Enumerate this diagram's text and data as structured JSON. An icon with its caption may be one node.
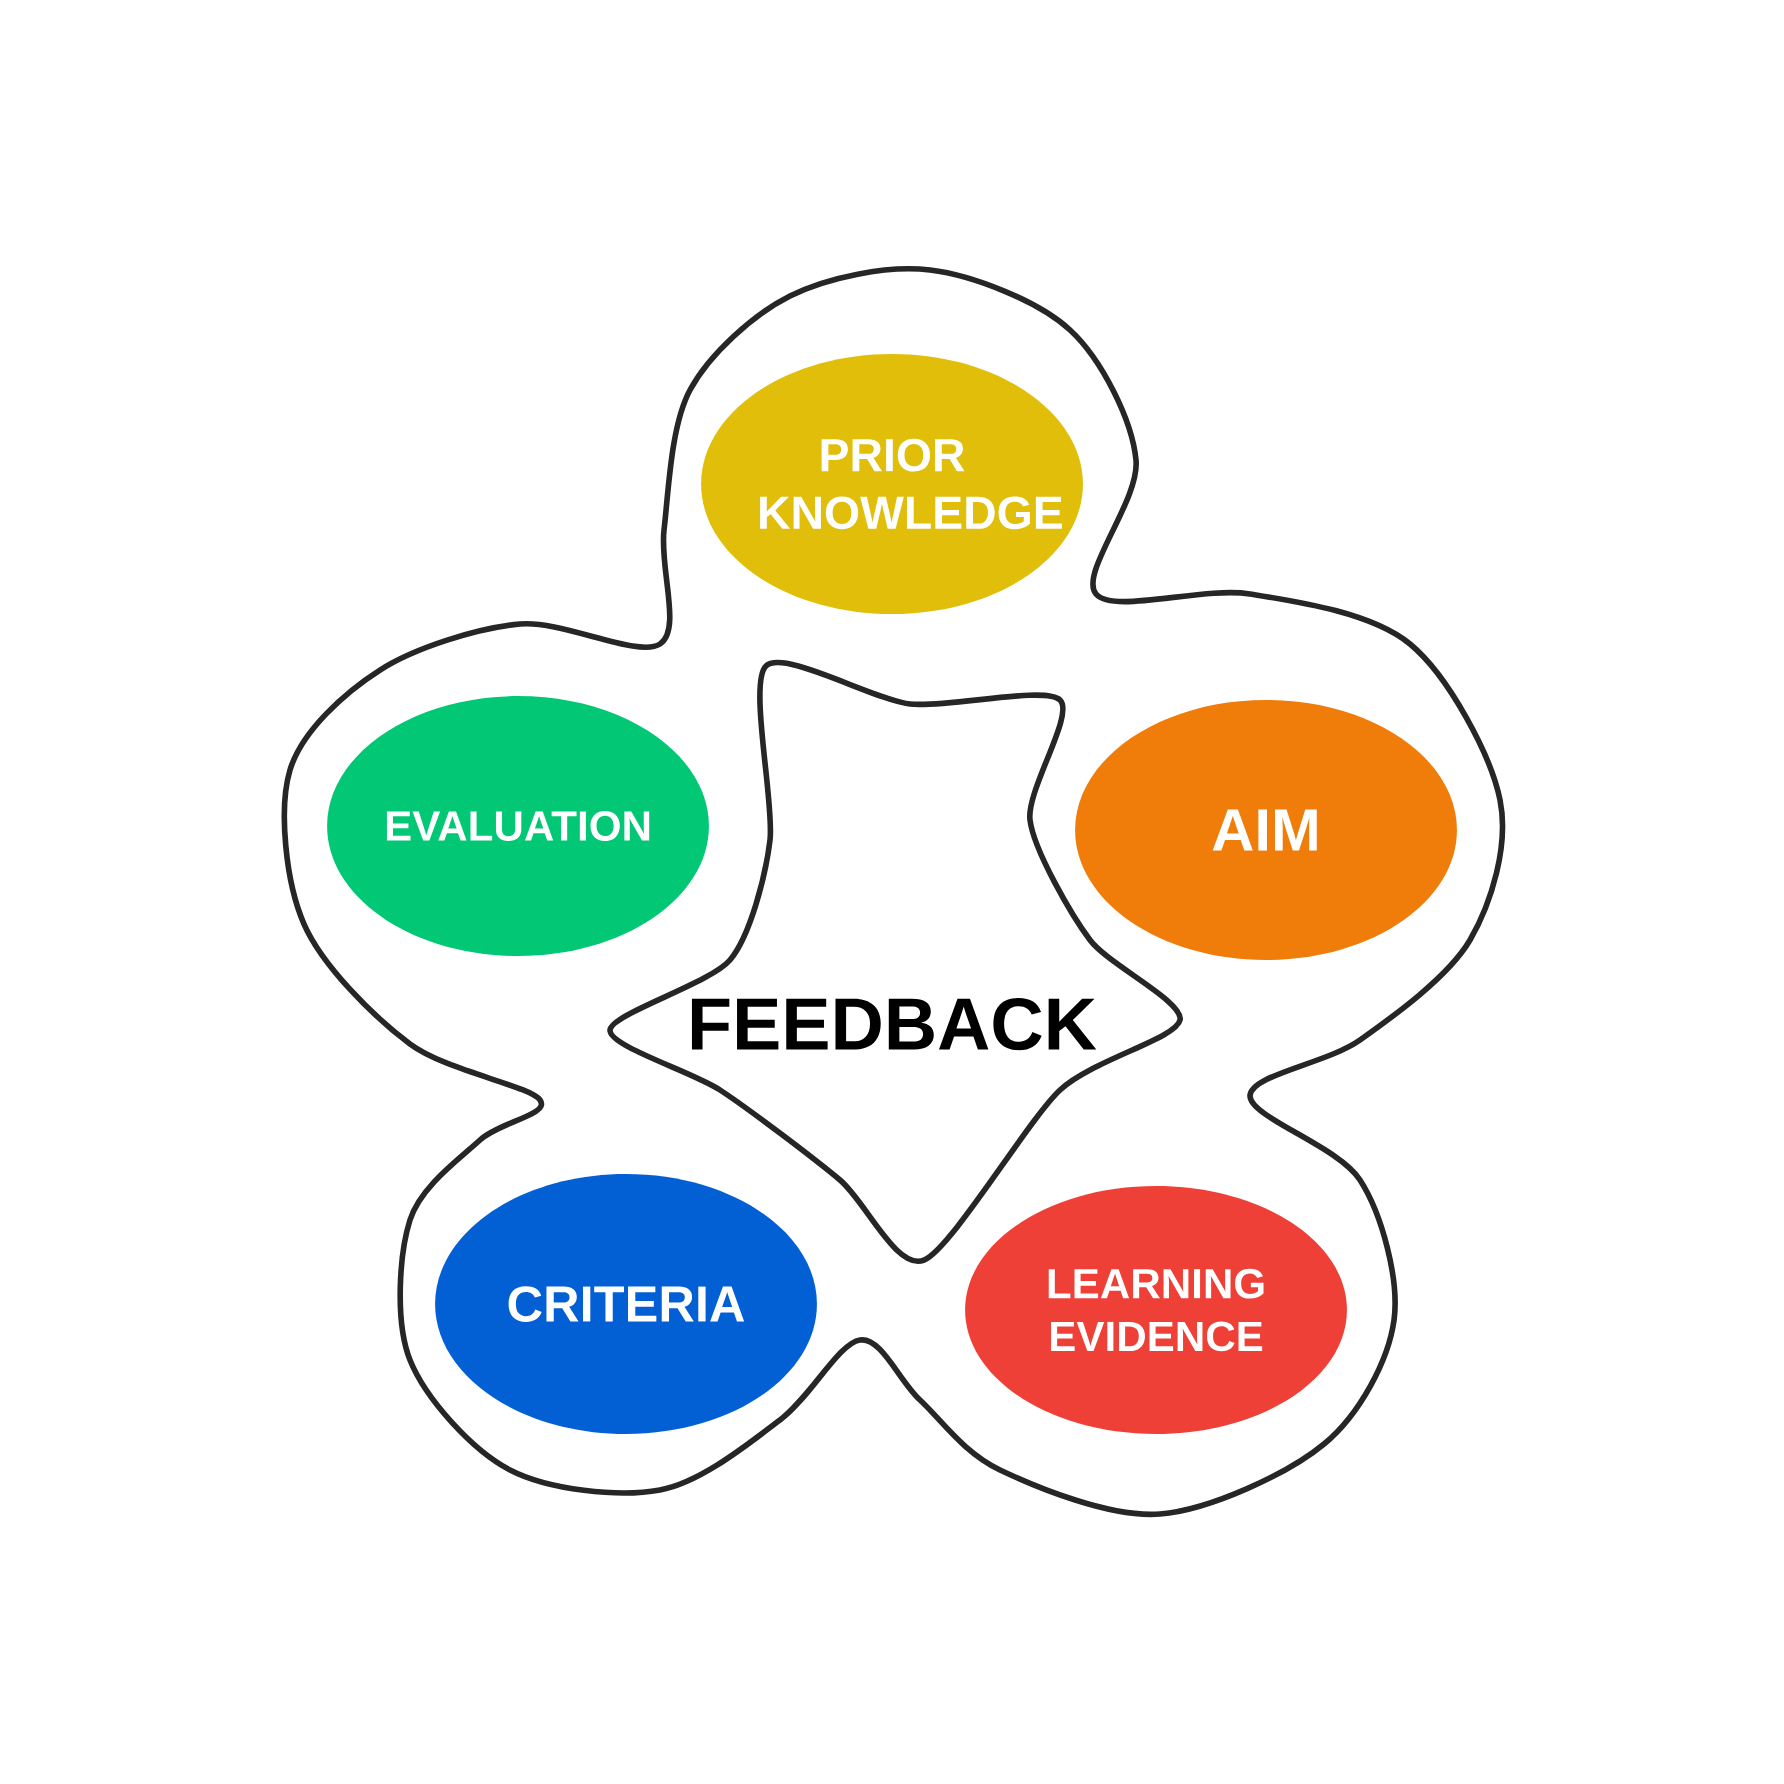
{
  "diagram": {
    "nodes": [
      {
        "text": [
          "FEEDBACK"
        ]
      },
      {
        "text": [
          "PRIOR KNOWLEDGE"
        ],
        "in": 0
      },
      {
        "text": [
          "EVALUATION"
        ],
        "in": 0
      },
      {
        "text": [
          "AIM"
        ],
        "in": 0
      },
      {
        "text": [
          "CRITERIA"
        ],
        "in": 0
      },
      {
        "text": [
          "LEARNING EVIDENCE"
        ],
        "in": 0
      }
    ]
  }
}
